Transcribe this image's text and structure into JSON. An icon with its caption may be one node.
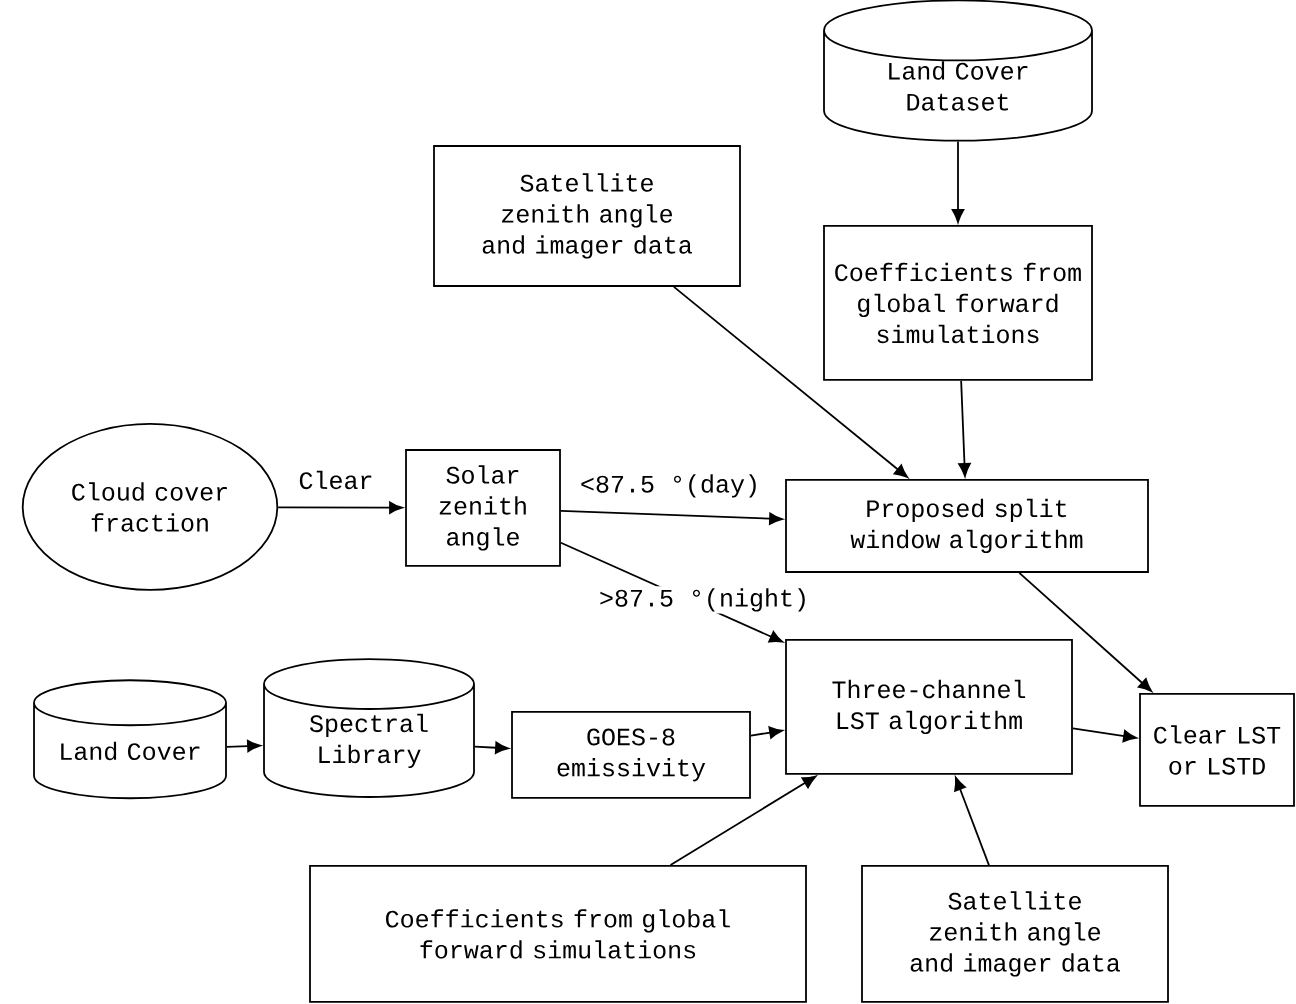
{
  "diagram": {
    "nodes": [
      {
        "text": [
          "Land Cover Dataset"
        ]
      },
      {
        "text": [
          "Satellite zenith angle and imager data"
        ]
      },
      {
        "text": [
          "Coefficients from global forward simulations"
        ]
      },
      {
        "text": [
          "Cloud cover fraction"
        ]
      },
      {
        "text": [
          "Solar zenith angle"
        ]
      },
      {
        "text": [
          "Proposed split window algorithm"
        ]
      },
      {
        "text": [
          "Three-channel LST algorithm"
        ]
      },
      {
        "text": [
          "Land Cover"
        ]
      },
      {
        "text": [
          "Spectral Library"
        ]
      },
      {
        "text": [
          "GOES-8 emissivity"
        ]
      },
      {
        "text": [
          "Clear LST or LSTD"
        ]
      },
      {
        "text": [
          "Coefficients from global forward simulations"
        ]
      },
      {
        "text": [
          "Satellite zenith angle and imager data"
        ]
      }
    ],
    "edges": [
      {
        "from": 0,
        "to": 2,
        "arrow": "to"
      },
      {
        "from": 1,
        "to": 5,
        "arrow": "to"
      },
      {
        "from": 2,
        "to": 5,
        "arrow": "to"
      },
      {
        "from": 3,
        "to": 4,
        "arrow": "to",
        "label": "Clear"
      },
      {
        "from": 4,
        "to": 5,
        "arrow": "to",
        "label": "<87.5 °(day)"
      },
      {
        "from": 4,
        "to": 6,
        "arrow": "to",
        "label": ">87.5 °(night)"
      },
      {
        "from": 5,
        "to": 10,
        "arrow": "to"
      },
      {
        "from": 7,
        "to": 8,
        "arrow": "to"
      },
      {
        "from": 8,
        "to": 9,
        "arrow": "to"
      },
      {
        "from": 9,
        "to": 6,
        "arrow": "to"
      },
      {
        "from": 6,
        "to": 10,
        "arrow": "to"
      },
      {
        "from": 11,
        "to": 6,
        "arrow": "to"
      },
      {
        "from": 12,
        "to": 6,
        "arrow": "to"
      }
    ]
  }
}
